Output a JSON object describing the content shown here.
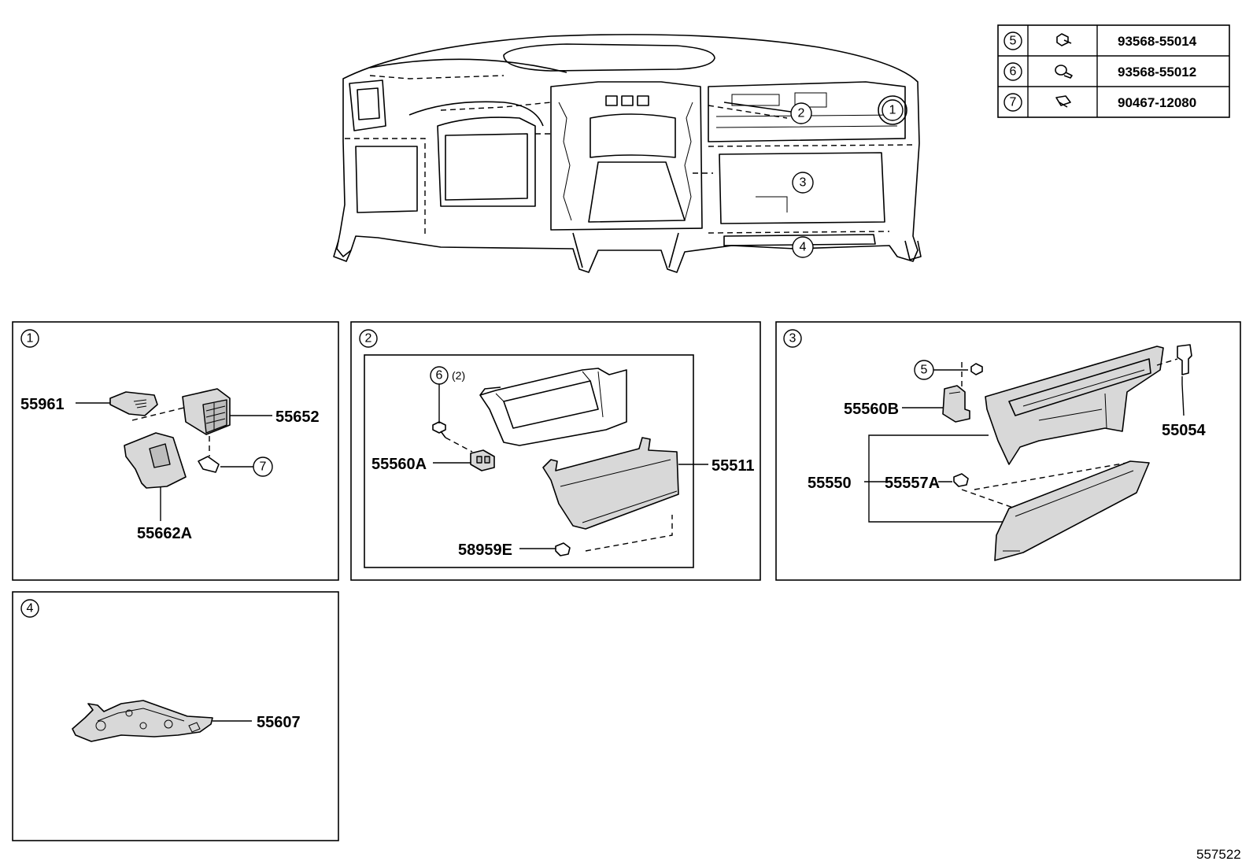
{
  "fastener_table": [
    {
      "ref": "5",
      "part": "93568-55014"
    },
    {
      "ref": "6",
      "part": "93568-55012"
    },
    {
      "ref": "7",
      "part": "90467-12080"
    }
  ],
  "overview_callouts": [
    "1",
    "2",
    "3",
    "4"
  ],
  "panel1": {
    "number": "1",
    "labels": {
      "a": "55961",
      "b": "55652",
      "c": "55662A",
      "d": "7"
    }
  },
  "panel2": {
    "number": "2",
    "labels": {
      "ref": "6",
      "qty": "(2)",
      "a": "55560A",
      "b": "55511",
      "c": "58959E"
    }
  },
  "panel3": {
    "number": "3",
    "labels": {
      "ref": "5",
      "a": "55560B",
      "b": "55054",
      "c": "55550",
      "d": "55557A"
    }
  },
  "panel4": {
    "number": "4",
    "labels": {
      "a": "55607"
    }
  },
  "diagram_id": "557522"
}
